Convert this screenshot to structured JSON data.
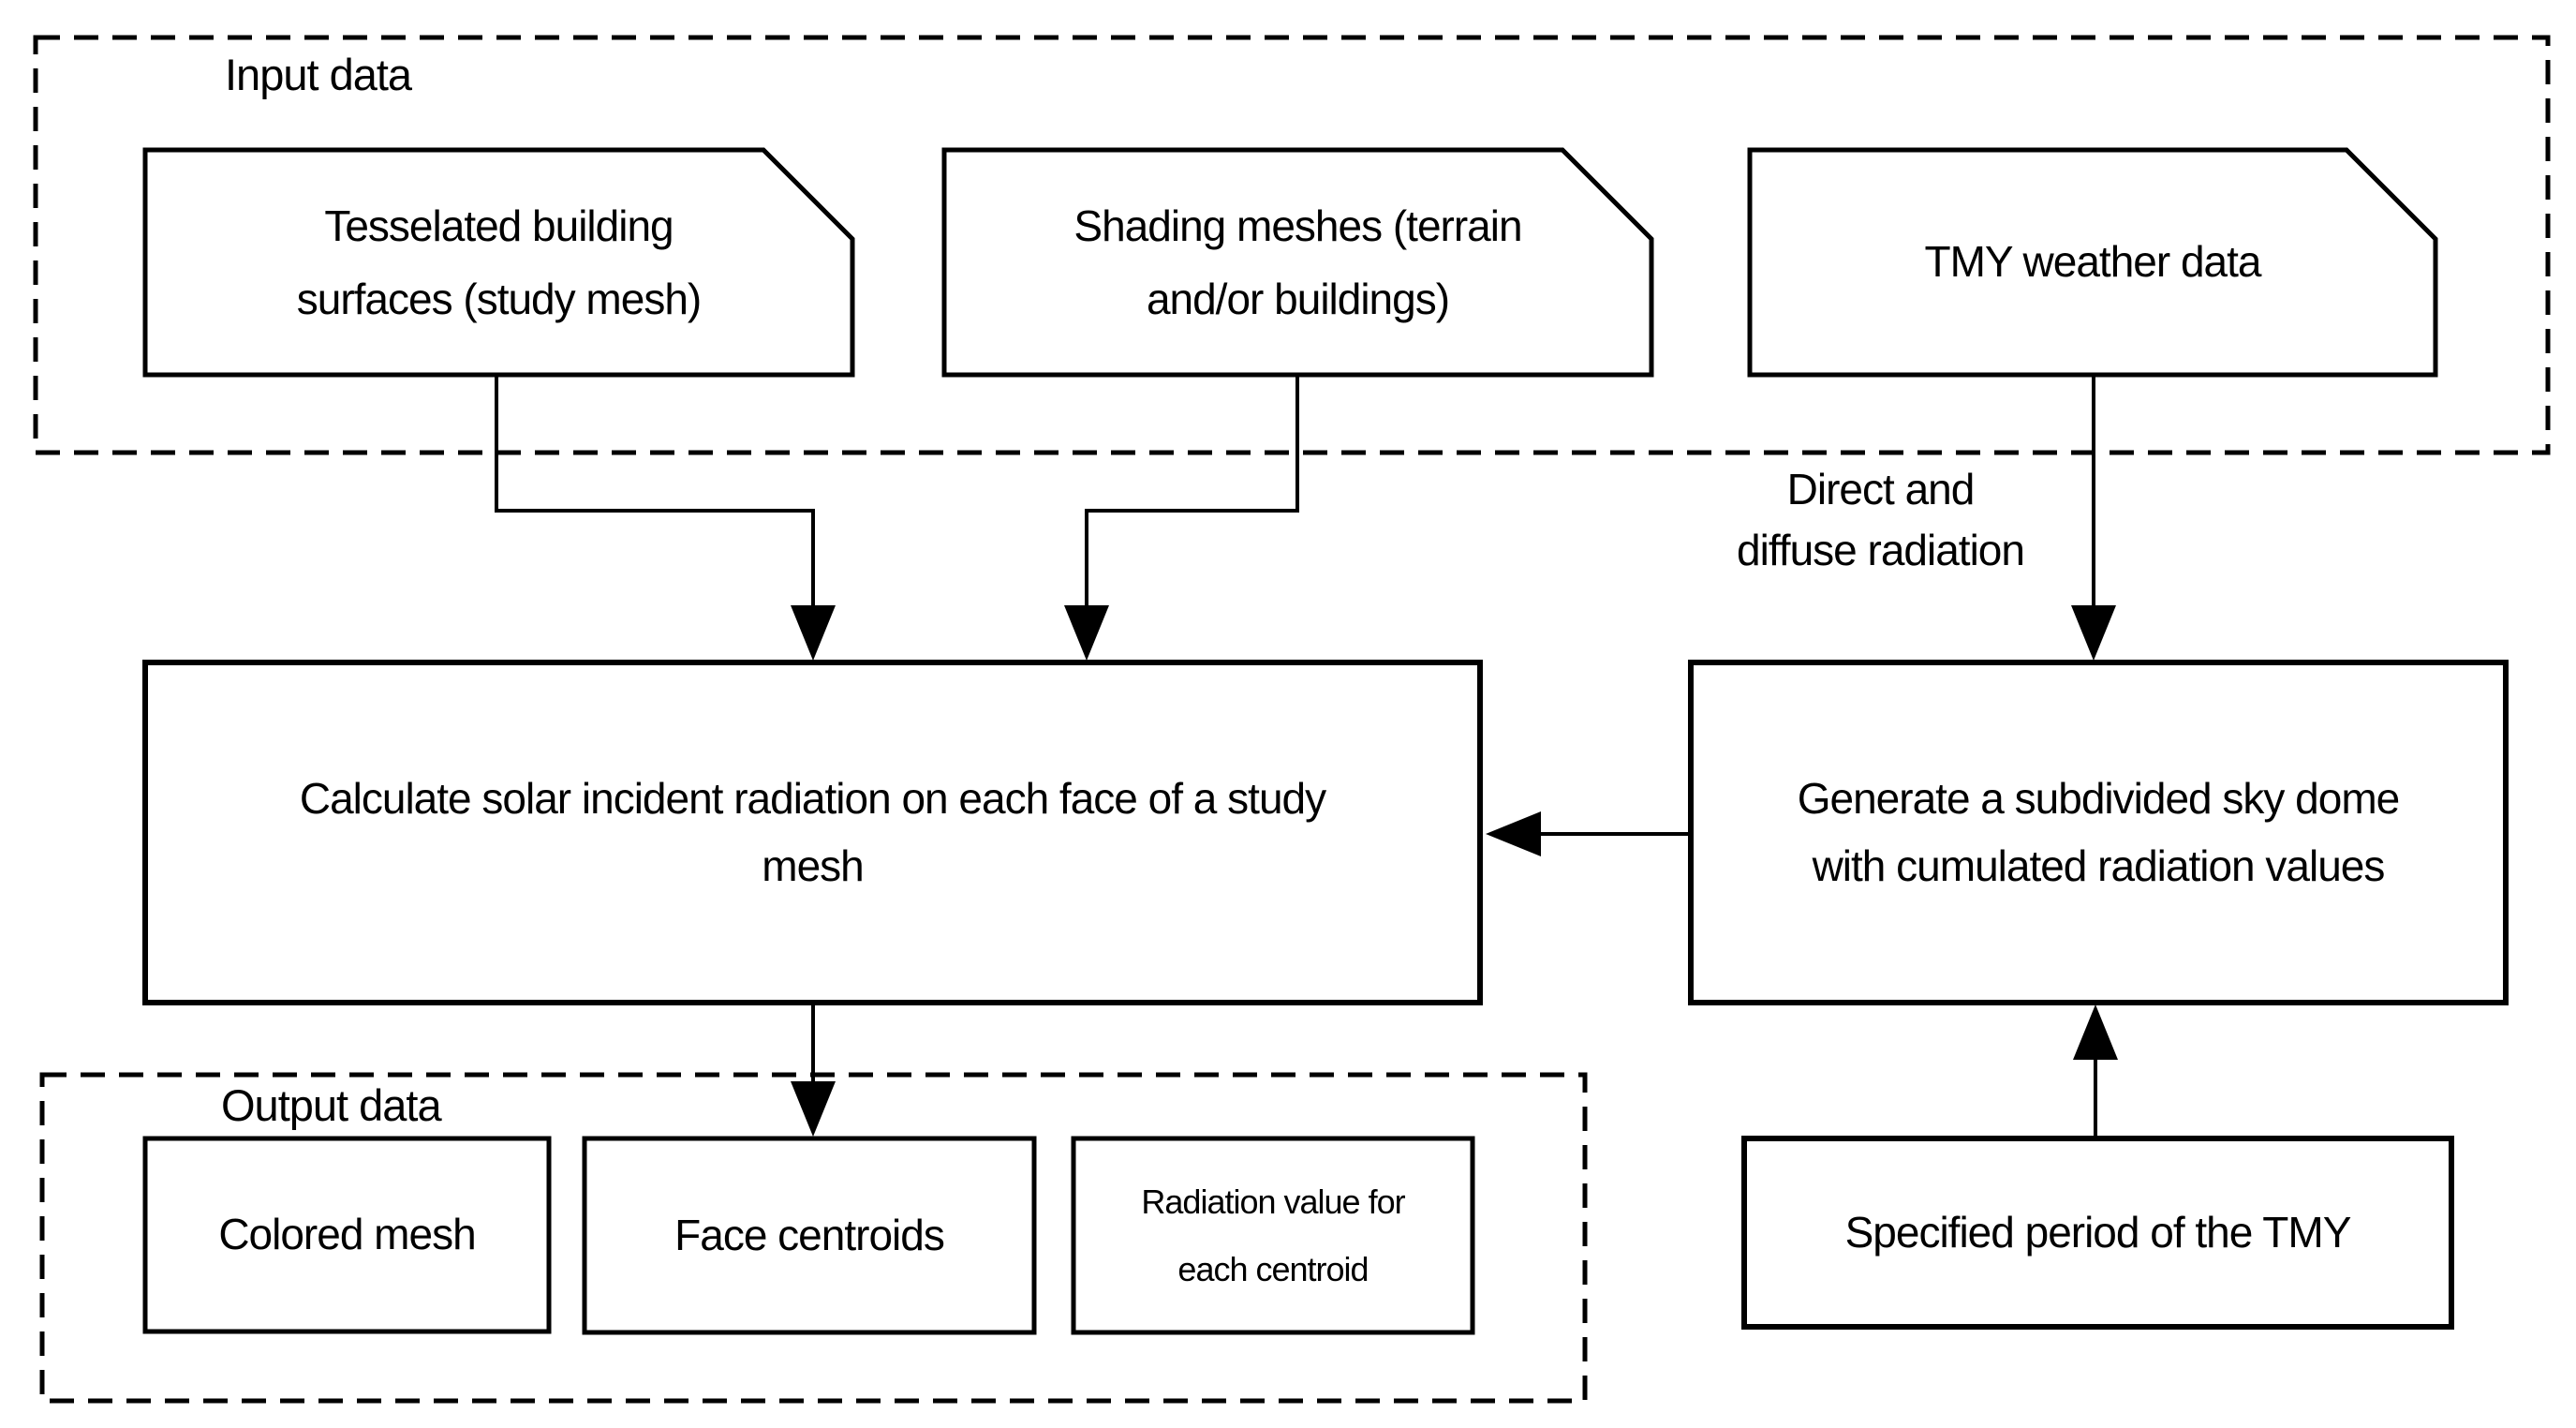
{
  "canvas": {
    "background_color": "#ffffff",
    "line_color": "#000000"
  },
  "groups": {
    "input": {
      "label": "Input data"
    },
    "output": {
      "label": "Output data"
    }
  },
  "nodes": {
    "tesselated": {
      "shape": "document",
      "label": "Tesselated building\nsurfaces (study mesh)"
    },
    "shading": {
      "shape": "document",
      "label": "Shading meshes (terrain\nand/or buildings)"
    },
    "tmy": {
      "shape": "document",
      "label": "TMY weather data"
    },
    "calculate": {
      "shape": "process",
      "label": "Calculate solar incident radiation on each face of a study\nmesh"
    },
    "generate": {
      "shape": "process",
      "label": "Generate a subdivided sky dome\nwith cumulated radiation values"
    },
    "specified": {
      "shape": "process",
      "label": "Specified period of the TMY"
    },
    "colored_mesh": {
      "shape": "output",
      "label": "Colored mesh"
    },
    "face_centroids": {
      "shape": "output",
      "label": "Face centroids"
    },
    "radiation_value": {
      "shape": "output",
      "label": "Radiation value for\neach centroid"
    }
  },
  "edges": [
    {
      "from": "tesselated",
      "to": "calculate",
      "label": ""
    },
    {
      "from": "shading",
      "to": "calculate",
      "label": ""
    },
    {
      "from": "tmy",
      "to": "generate",
      "label": "Direct and\ndiffuse radiation"
    },
    {
      "from": "generate",
      "to": "calculate",
      "label": ""
    },
    {
      "from": "calculate",
      "to": "output-group",
      "label": ""
    },
    {
      "from": "specified",
      "to": "generate",
      "label": ""
    }
  ]
}
